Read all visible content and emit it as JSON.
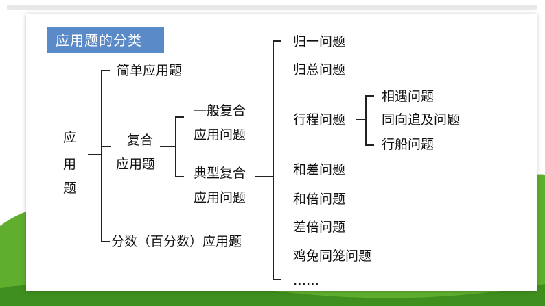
{
  "title": "应用题的分类",
  "root": [
    "应",
    "用",
    "题"
  ],
  "level1": {
    "simple": "简单应用题",
    "compound": [
      "复合",
      "应用题"
    ],
    "fraction": "分数（百分数）应用题"
  },
  "level2": {
    "general": [
      "一般复合",
      "应用问题"
    ],
    "typical": [
      "典型复合",
      "应用问题"
    ]
  },
  "typical_items": [
    "归一问题",
    "归总问题",
    "行程问题",
    "和差问题",
    "和倍问题",
    "差倍问题",
    "鸡兔同笼问题",
    "……"
  ],
  "travel_items": [
    "相遇问题",
    "同向追及问题",
    "行船问题"
  ],
  "colors": {
    "green_bg": "#5fae2e",
    "green_dark": "#3f8f1e",
    "title_bg": "#5b8ac8"
  }
}
